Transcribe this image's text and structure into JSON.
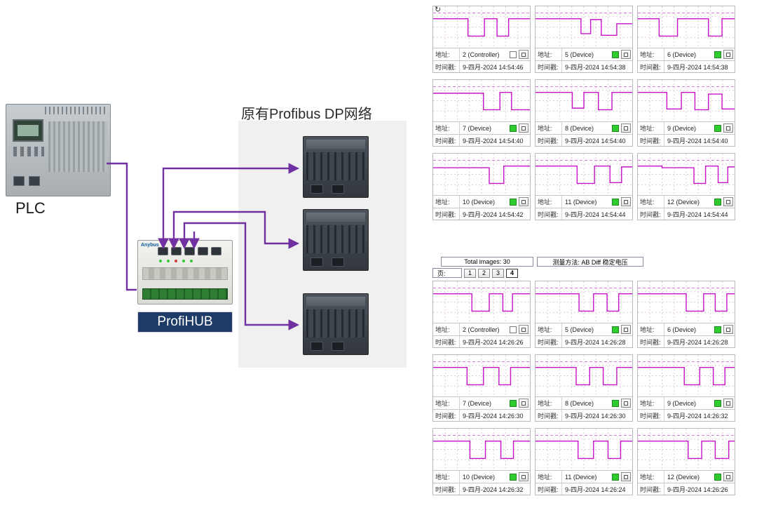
{
  "diagram": {
    "plc_label": "PLC",
    "network_title": "原有Profibus DP网络",
    "hub_label": "ProfiHUB",
    "hub_brand": "Anybus",
    "device_count": 3
  },
  "labels": {
    "address": "地址:",
    "timestamp": "时间戳:"
  },
  "colors": {
    "waveform": "#c813c8",
    "grid": "#ddc9dd",
    "reference": "#e07ae0",
    "status_ok": "#2ecc2e",
    "arrow": "#7030a0",
    "hub_label_bg": "#1e3a66"
  },
  "panels": {
    "top": {
      "cells": [
        {
          "address": "2 (Controller)",
          "timestamp": "9-四月-2024 14:54:46",
          "status": "empty",
          "refresh": true,
          "wave": [
            [
              0,
              30
            ],
            [
              36,
              30
            ],
            [
              36,
              72
            ],
            [
              53,
              72
            ],
            [
              53,
              30
            ],
            [
              66,
              30
            ],
            [
              66,
              72
            ],
            [
              78,
              72
            ],
            [
              78,
              30
            ],
            [
              100,
              30
            ]
          ]
        },
        {
          "address": "5 (Device)",
          "timestamp": "9-四月-2024 14:54:38",
          "status": "green",
          "wave": [
            [
              0,
              30
            ],
            [
              47,
              30
            ],
            [
              47,
              66
            ],
            [
              57,
              66
            ],
            [
              57,
              32
            ],
            [
              68,
              32
            ],
            [
              68,
              70
            ],
            [
              84,
              70
            ],
            [
              84,
              42
            ],
            [
              100,
              42
            ]
          ]
        },
        {
          "address": "6 (Device)",
          "timestamp": "9-四月-2024 14:54:38",
          "status": "green",
          "wave": [
            [
              0,
              30
            ],
            [
              22,
              30
            ],
            [
              22,
              72
            ],
            [
              41,
              72
            ],
            [
              41,
              30
            ],
            [
              73,
              30
            ],
            [
              73,
              72
            ],
            [
              87,
              72
            ],
            [
              87,
              30
            ],
            [
              100,
              30
            ]
          ]
        },
        {
          "address": "7 (Device)",
          "timestamp": "9-四月-2024 14:54:40",
          "status": "green",
          "wave": [
            [
              0,
              32
            ],
            [
              52,
              32
            ],
            [
              52,
              72
            ],
            [
              69,
              72
            ],
            [
              69,
              30
            ],
            [
              81,
              30
            ],
            [
              81,
              72
            ],
            [
              100,
              72
            ]
          ]
        },
        {
          "address": "8 (Device)",
          "timestamp": "9-四月-2024 14:54:40",
          "status": "green",
          "wave": [
            [
              0,
              30
            ],
            [
              38,
              30
            ],
            [
              38,
              68
            ],
            [
              50,
              68
            ],
            [
              50,
              30
            ],
            [
              65,
              30
            ],
            [
              65,
              72
            ],
            [
              79,
              72
            ],
            [
              79,
              30
            ],
            [
              100,
              30
            ]
          ]
        },
        {
          "address": "9 (Device)",
          "timestamp": "9-四月-2024 14:54:40",
          "status": "green",
          "wave": [
            [
              0,
              30
            ],
            [
              30,
              30
            ],
            [
              30,
              70
            ],
            [
              45,
              70
            ],
            [
              45,
              30
            ],
            [
              59,
              30
            ],
            [
              59,
              72
            ],
            [
              73,
              72
            ],
            [
              73,
              34
            ],
            [
              87,
              34
            ],
            [
              87,
              70
            ],
            [
              100,
              70
            ]
          ]
        },
        {
          "address": "10 (Device)",
          "timestamp": "9-四月-2024 14:54:42",
          "status": "green",
          "wave": [
            [
              0,
              34
            ],
            [
              58,
              34
            ],
            [
              58,
              72
            ],
            [
              73,
              72
            ],
            [
              73,
              30
            ],
            [
              100,
              30
            ]
          ]
        },
        {
          "address": "11 (Device)",
          "timestamp": "9-四月-2024 14:54:44",
          "status": "green",
          "wave": [
            [
              0,
              30
            ],
            [
              43,
              30
            ],
            [
              43,
              72
            ],
            [
              61,
              72
            ],
            [
              61,
              30
            ],
            [
              77,
              30
            ],
            [
              77,
              70
            ],
            [
              89,
              70
            ],
            [
              89,
              32
            ],
            [
              100,
              32
            ]
          ]
        },
        {
          "address": "12 (Device)",
          "timestamp": "9-四月-2024 14:54:44",
          "status": "green",
          "wave": [
            [
              0,
              30
            ],
            [
              25,
              30
            ],
            [
              25,
              34
            ],
            [
              58,
              34
            ],
            [
              58,
              72
            ],
            [
              70,
              72
            ],
            [
              70,
              30
            ],
            [
              83,
              30
            ],
            [
              83,
              70
            ],
            [
              93,
              70
            ],
            [
              93,
              32
            ],
            [
              100,
              32
            ]
          ]
        }
      ]
    },
    "bottom": {
      "toolbar": {
        "total_images": "Total images: 30",
        "method": "测量方法: AB Diff 稳定电压",
        "page_label": "页:",
        "pages": [
          "1",
          "2",
          "3",
          "4"
        ],
        "active_page": "4"
      },
      "cells": [
        {
          "address": "2 (Controller)",
          "timestamp": "9-四月-2024 14:26:26",
          "status": "empty",
          "wave": [
            [
              0,
              30
            ],
            [
              40,
              30
            ],
            [
              40,
              72
            ],
            [
              58,
              72
            ],
            [
              58,
              30
            ],
            [
              72,
              30
            ],
            [
              72,
              72
            ],
            [
              82,
              72
            ],
            [
              82,
              30
            ],
            [
              100,
              30
            ]
          ]
        },
        {
          "address": "5 (Device)",
          "timestamp": "9-四月-2024 14:26:28",
          "status": "green",
          "wave": [
            [
              0,
              30
            ],
            [
              45,
              30
            ],
            [
              45,
              72
            ],
            [
              60,
              72
            ],
            [
              60,
              30
            ],
            [
              74,
              30
            ],
            [
              74,
              72
            ],
            [
              86,
              72
            ],
            [
              86,
              30
            ],
            [
              100,
              30
            ]
          ]
        },
        {
          "address": "6 (Device)",
          "timestamp": "9-四月-2024 14:26:28",
          "status": "green",
          "wave": [
            [
              0,
              30
            ],
            [
              50,
              30
            ],
            [
              50,
              72
            ],
            [
              68,
              72
            ],
            [
              68,
              30
            ],
            [
              80,
              30
            ],
            [
              80,
              72
            ],
            [
              92,
              72
            ],
            [
              92,
              30
            ],
            [
              100,
              30
            ]
          ]
        },
        {
          "address": "7 (Device)",
          "timestamp": "9-四月-2024 14:26:30",
          "status": "green",
          "wave": [
            [
              0,
              30
            ],
            [
              35,
              30
            ],
            [
              35,
              72
            ],
            [
              52,
              72
            ],
            [
              52,
              30
            ],
            [
              68,
              30
            ],
            [
              68,
              72
            ],
            [
              80,
              72
            ],
            [
              80,
              30
            ],
            [
              100,
              30
            ]
          ]
        },
        {
          "address": "8 (Device)",
          "timestamp": "9-四月-2024 14:26:30",
          "status": "green",
          "wave": [
            [
              0,
              30
            ],
            [
              42,
              30
            ],
            [
              42,
              72
            ],
            [
              56,
              72
            ],
            [
              56,
              30
            ],
            [
              70,
              30
            ],
            [
              70,
              72
            ],
            [
              84,
              72
            ],
            [
              84,
              30
            ],
            [
              100,
              30
            ]
          ]
        },
        {
          "address": "9 (Device)",
          "timestamp": "9-四月-2024 14:26:32",
          "status": "green",
          "wave": [
            [
              0,
              30
            ],
            [
              48,
              30
            ],
            [
              48,
              72
            ],
            [
              64,
              72
            ],
            [
              64,
              30
            ],
            [
              78,
              30
            ],
            [
              78,
              72
            ],
            [
              90,
              72
            ],
            [
              90,
              30
            ],
            [
              100,
              30
            ]
          ]
        },
        {
          "address": "10 (Device)",
          "timestamp": "9-四月-2024 14:26:32",
          "status": "green",
          "wave": [
            [
              0,
              30
            ],
            [
              38,
              30
            ],
            [
              38,
              72
            ],
            [
              54,
              72
            ],
            [
              54,
              30
            ],
            [
              70,
              30
            ],
            [
              70,
              72
            ],
            [
              83,
              72
            ],
            [
              83,
              30
            ],
            [
              100,
              30
            ]
          ]
        },
        {
          "address": "11 (Device)",
          "timestamp": "9-四月-2024 14:26:24",
          "status": "green",
          "wave": [
            [
              0,
              30
            ],
            [
              44,
              30
            ],
            [
              44,
              72
            ],
            [
              60,
              72
            ],
            [
              60,
              30
            ],
            [
              75,
              30
            ],
            [
              75,
              72
            ],
            [
              88,
              72
            ],
            [
              88,
              30
            ],
            [
              100,
              30
            ]
          ]
        },
        {
          "address": "12 (Device)",
          "timestamp": "9-四月-2024 14:26:26",
          "status": "green",
          "wave": [
            [
              0,
              30
            ],
            [
              52,
              30
            ],
            [
              52,
              72
            ],
            [
              66,
              72
            ],
            [
              66,
              30
            ],
            [
              80,
              30
            ],
            [
              80,
              72
            ],
            [
              94,
              72
            ],
            [
              94,
              30
            ],
            [
              100,
              30
            ]
          ]
        }
      ]
    }
  }
}
